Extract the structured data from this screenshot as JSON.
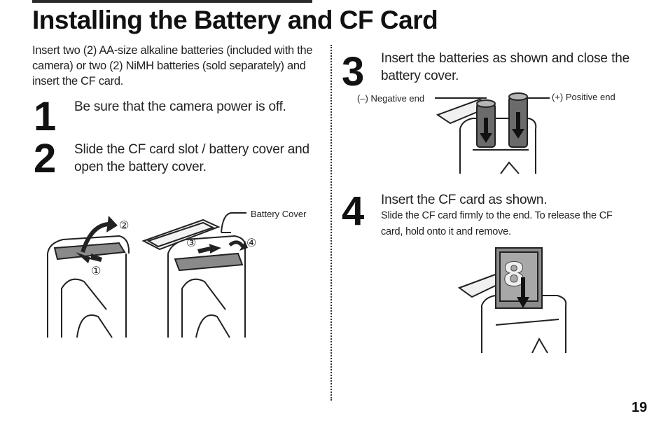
{
  "title": "Installing the Battery and CF Card",
  "intro": "Insert two (2) AA-size alkaline batteries (included with the camera) or two (2) NiMH batteries (sold separately) and insert the CF card.",
  "steps": [
    {
      "number": "1",
      "text": "Be sure that the camera power is off."
    },
    {
      "number": "2",
      "text": "Slide the CF card slot / battery cover and open the battery cover."
    },
    {
      "number": "3",
      "text": "Insert the batteries as shown and close the battery cover."
    },
    {
      "number": "4",
      "text": "Insert the CF card as shown.",
      "subtext": "Slide the CF card firmly to the end. To release the CF card, hold onto it and remove."
    }
  ],
  "labels": {
    "battery_cover": "Battery Cover",
    "negative_end": "(–) Negative end",
    "positive_end": "(+) Positive end",
    "mark_1": "①",
    "mark_2": "②",
    "mark_3": "③",
    "mark_4": "④",
    "card_digit": "8"
  },
  "page_number": "19"
}
